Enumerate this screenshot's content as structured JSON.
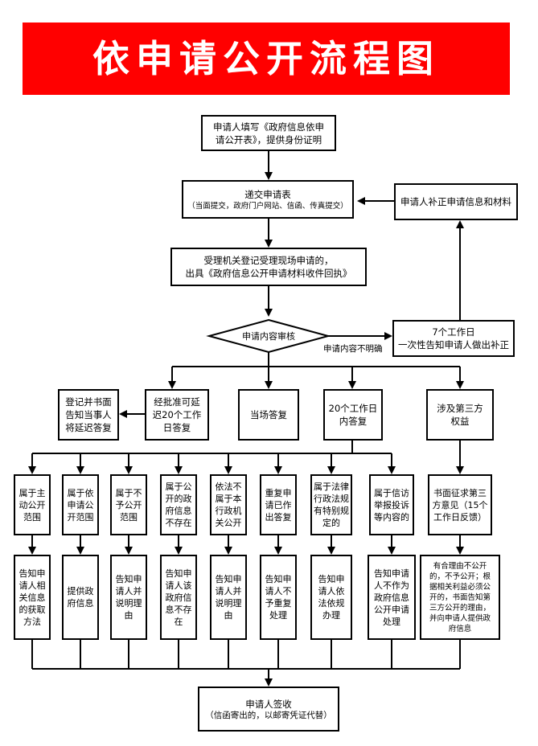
{
  "title": "依申请公开流程图",
  "colors": {
    "banner": "#ff0000",
    "banner_text": "#ffffff",
    "stroke": "#000000"
  },
  "steps": {
    "fill_form": "申请人填写《政府信息依申\n请公开表》，提供身份证明",
    "submit": "递交申请表",
    "submit_note": "（当面提交，政府门户网站、信函、传真提交）",
    "supplement": "申请人补正申请信息和材料",
    "register": "受理机关登记受理现场申请的，\n出具《政府信息公开申请材料收件回执》",
    "review": "申请内容审核",
    "unclear_label": "申请内容不明确",
    "notify_correct": "7个工作日\n一次性告知申请人做出补正"
  },
  "branches": {
    "delay_notice": "登记并书面\n告知当事人\n将延迟答复",
    "extend": "经批准可延\n迟20个工作\n日答复",
    "onsite": "当场答复",
    "within20": "20个工作日\n内答复",
    "third_party": "涉及第三方\n权益"
  },
  "cases": [
    "属于主\n动公开\n范围",
    "属于依\n申请公\n开范围",
    "属于不\n予公开\n范围",
    "属于公\n开的政\n府信息\n不存在",
    "依法不\n属于本\n行政机\n关公开",
    "重复申\n请已作\n出答复",
    "属于法律\n行政法规\n有特别规\n定的",
    "属于信访\n举报投诉\n等内容的",
    "书面征求第三\n方意见（15个\n工作日反馈）"
  ],
  "results": [
    "告知申\n请人相\n关信息\n的获取\n方法",
    "提供政\n府信息",
    "告知申\n请人并\n说明理\n由",
    "告知申\n请人该\n政府信\n息不存\n在",
    "告知申\n请人并\n说明理\n由",
    "告知申\n请人不\n予重复\n处理",
    "告知申\n请人依\n法依规\n办理",
    "告知申请\n人不作为\n政府信息\n公开申请\n处理",
    "有合理由不公开\n的，不予公开；根\n据相关利益必须公\n开的，书面告知第\n三方公开的理由，\n并向申请人提供政\n府信息"
  ],
  "final": {
    "sign": "申请人签收",
    "sign_note": "（信函寄出的，以邮寄凭证代替）"
  }
}
